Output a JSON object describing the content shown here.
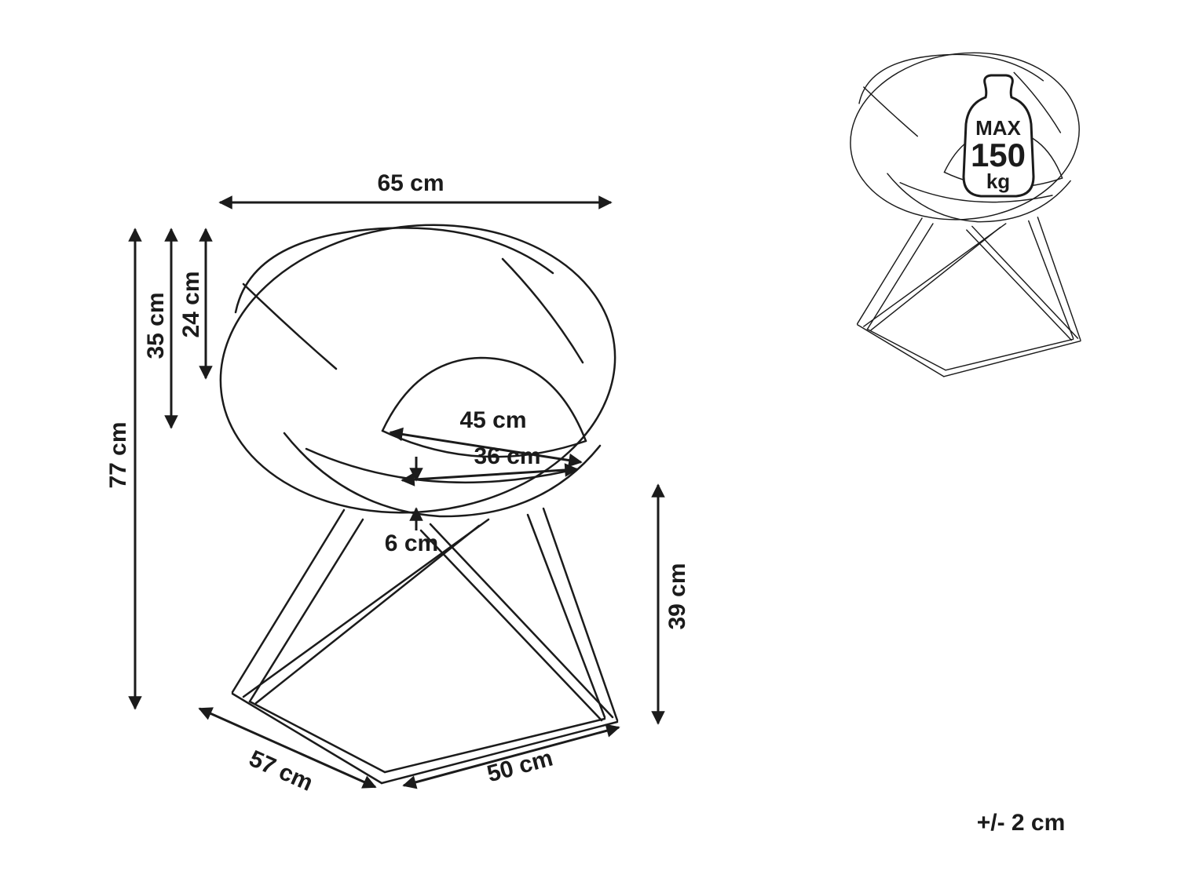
{
  "diagram": {
    "type": "furniture-dimension-diagram",
    "subject": "round accent chair with crossed hairpin wire legs",
    "dimensions": {
      "overall_width": "65 cm",
      "overall_height": "77 cm",
      "backrest_height": "35 cm",
      "backrest_inner_height": "24 cm",
      "seat_width": "45 cm",
      "seat_depth": "36 cm",
      "cushion_thickness": "6 cm",
      "leg_height": "39 cm",
      "base_depth": "57 cm",
      "base_width": "50 cm"
    },
    "max_load": {
      "label": "MAX",
      "value": "150",
      "unit": "kg"
    },
    "tolerance_note": "+/- 2 cm",
    "colors": {
      "line": "#1b1b1b",
      "background": "#ffffff"
    }
  }
}
